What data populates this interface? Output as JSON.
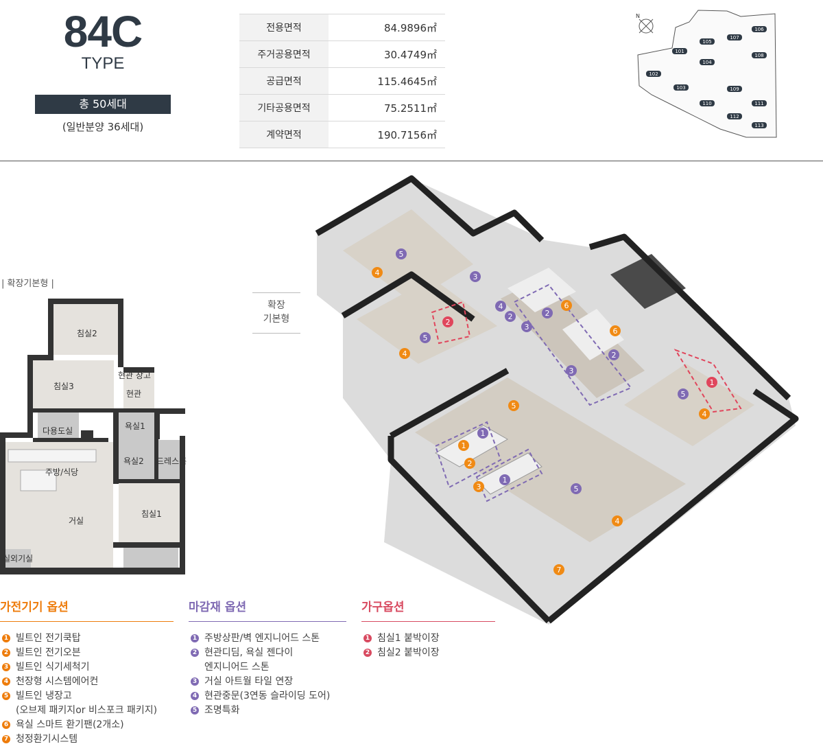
{
  "type": {
    "code": "84C",
    "label": "TYPE",
    "units": "총 50세대",
    "units_sub": "(일반분양 36세대)"
  },
  "areas": [
    {
      "label": "전용면적",
      "value": "84.9896㎡"
    },
    {
      "label": "주거공용면적",
      "value": "30.4749㎡"
    },
    {
      "label": "공급면적",
      "value": "115.4645㎡"
    },
    {
      "label": "기타공용면적",
      "value": "75.2511㎡"
    },
    {
      "label": "계약면적",
      "value": "190.7156㎡"
    }
  ],
  "siteplan": {
    "compass": "N",
    "buildings": [
      "101",
      "102",
      "103",
      "104",
      "105",
      "106",
      "107",
      "108",
      "109",
      "110",
      "111",
      "112",
      "113"
    ]
  },
  "plan": {
    "note": "| 확장기본형 |",
    "view_tag": "확장\n기본형",
    "rooms": {
      "bed2": "침실2",
      "bed3": "침실3",
      "storage": "현관 창고",
      "entry": "현관",
      "utility": "다용도실",
      "bath1": "욕실1",
      "bath2": "욕실2",
      "dress": "드레스룸",
      "kitchen": "주방/식당",
      "living": "거실",
      "bed1": "침실1",
      "outdoor": "실외기실"
    }
  },
  "iso_markers": {
    "orange": [
      "4",
      "4",
      "6",
      "6",
      "5",
      "1",
      "2",
      "3",
      "4",
      "4",
      "7"
    ],
    "purple": [
      "5",
      "3",
      "4",
      "2",
      "3",
      "2",
      "5",
      "2",
      "3",
      "1",
      "1",
      "5",
      "5"
    ],
    "red": [
      "2",
      "1"
    ]
  },
  "legend": {
    "appliances": {
      "title": "가전기기 옵션",
      "items": [
        {
          "n": "1",
          "text": "빌트인 전기쿡탑"
        },
        {
          "n": "2",
          "text": "빌트인 전기오븐"
        },
        {
          "n": "3",
          "text": "빌트인 식기세척기"
        },
        {
          "n": "4",
          "text": "천장형 시스템에어컨"
        },
        {
          "n": "5",
          "text": "빌트인 냉장고\n(오브제 패키지or 비스포크 패키지)"
        },
        {
          "n": "6",
          "text": "욕실 스마트 환기팬(2개소)"
        },
        {
          "n": "7",
          "text": "청정환기시스템"
        }
      ]
    },
    "finishes": {
      "title": "마감재 옵션",
      "items": [
        {
          "n": "1",
          "text": "주방상판/벽 엔지니어드 스톤"
        },
        {
          "n": "2",
          "text": "현관디딤, 욕실 젠다이\n엔지니어드 스톤"
        },
        {
          "n": "3",
          "text": "거실 아트월 타일 연장"
        },
        {
          "n": "4",
          "text": "현관중문(3연동 슬라이딩 도어)"
        },
        {
          "n": "5",
          "text": "조명특화"
        }
      ]
    },
    "furniture": {
      "title": "가구옵션",
      "items": [
        {
          "n": "1",
          "text": "침실1 붙박이장"
        },
        {
          "n": "2",
          "text": "침실2 붙박이장"
        }
      ]
    }
  }
}
